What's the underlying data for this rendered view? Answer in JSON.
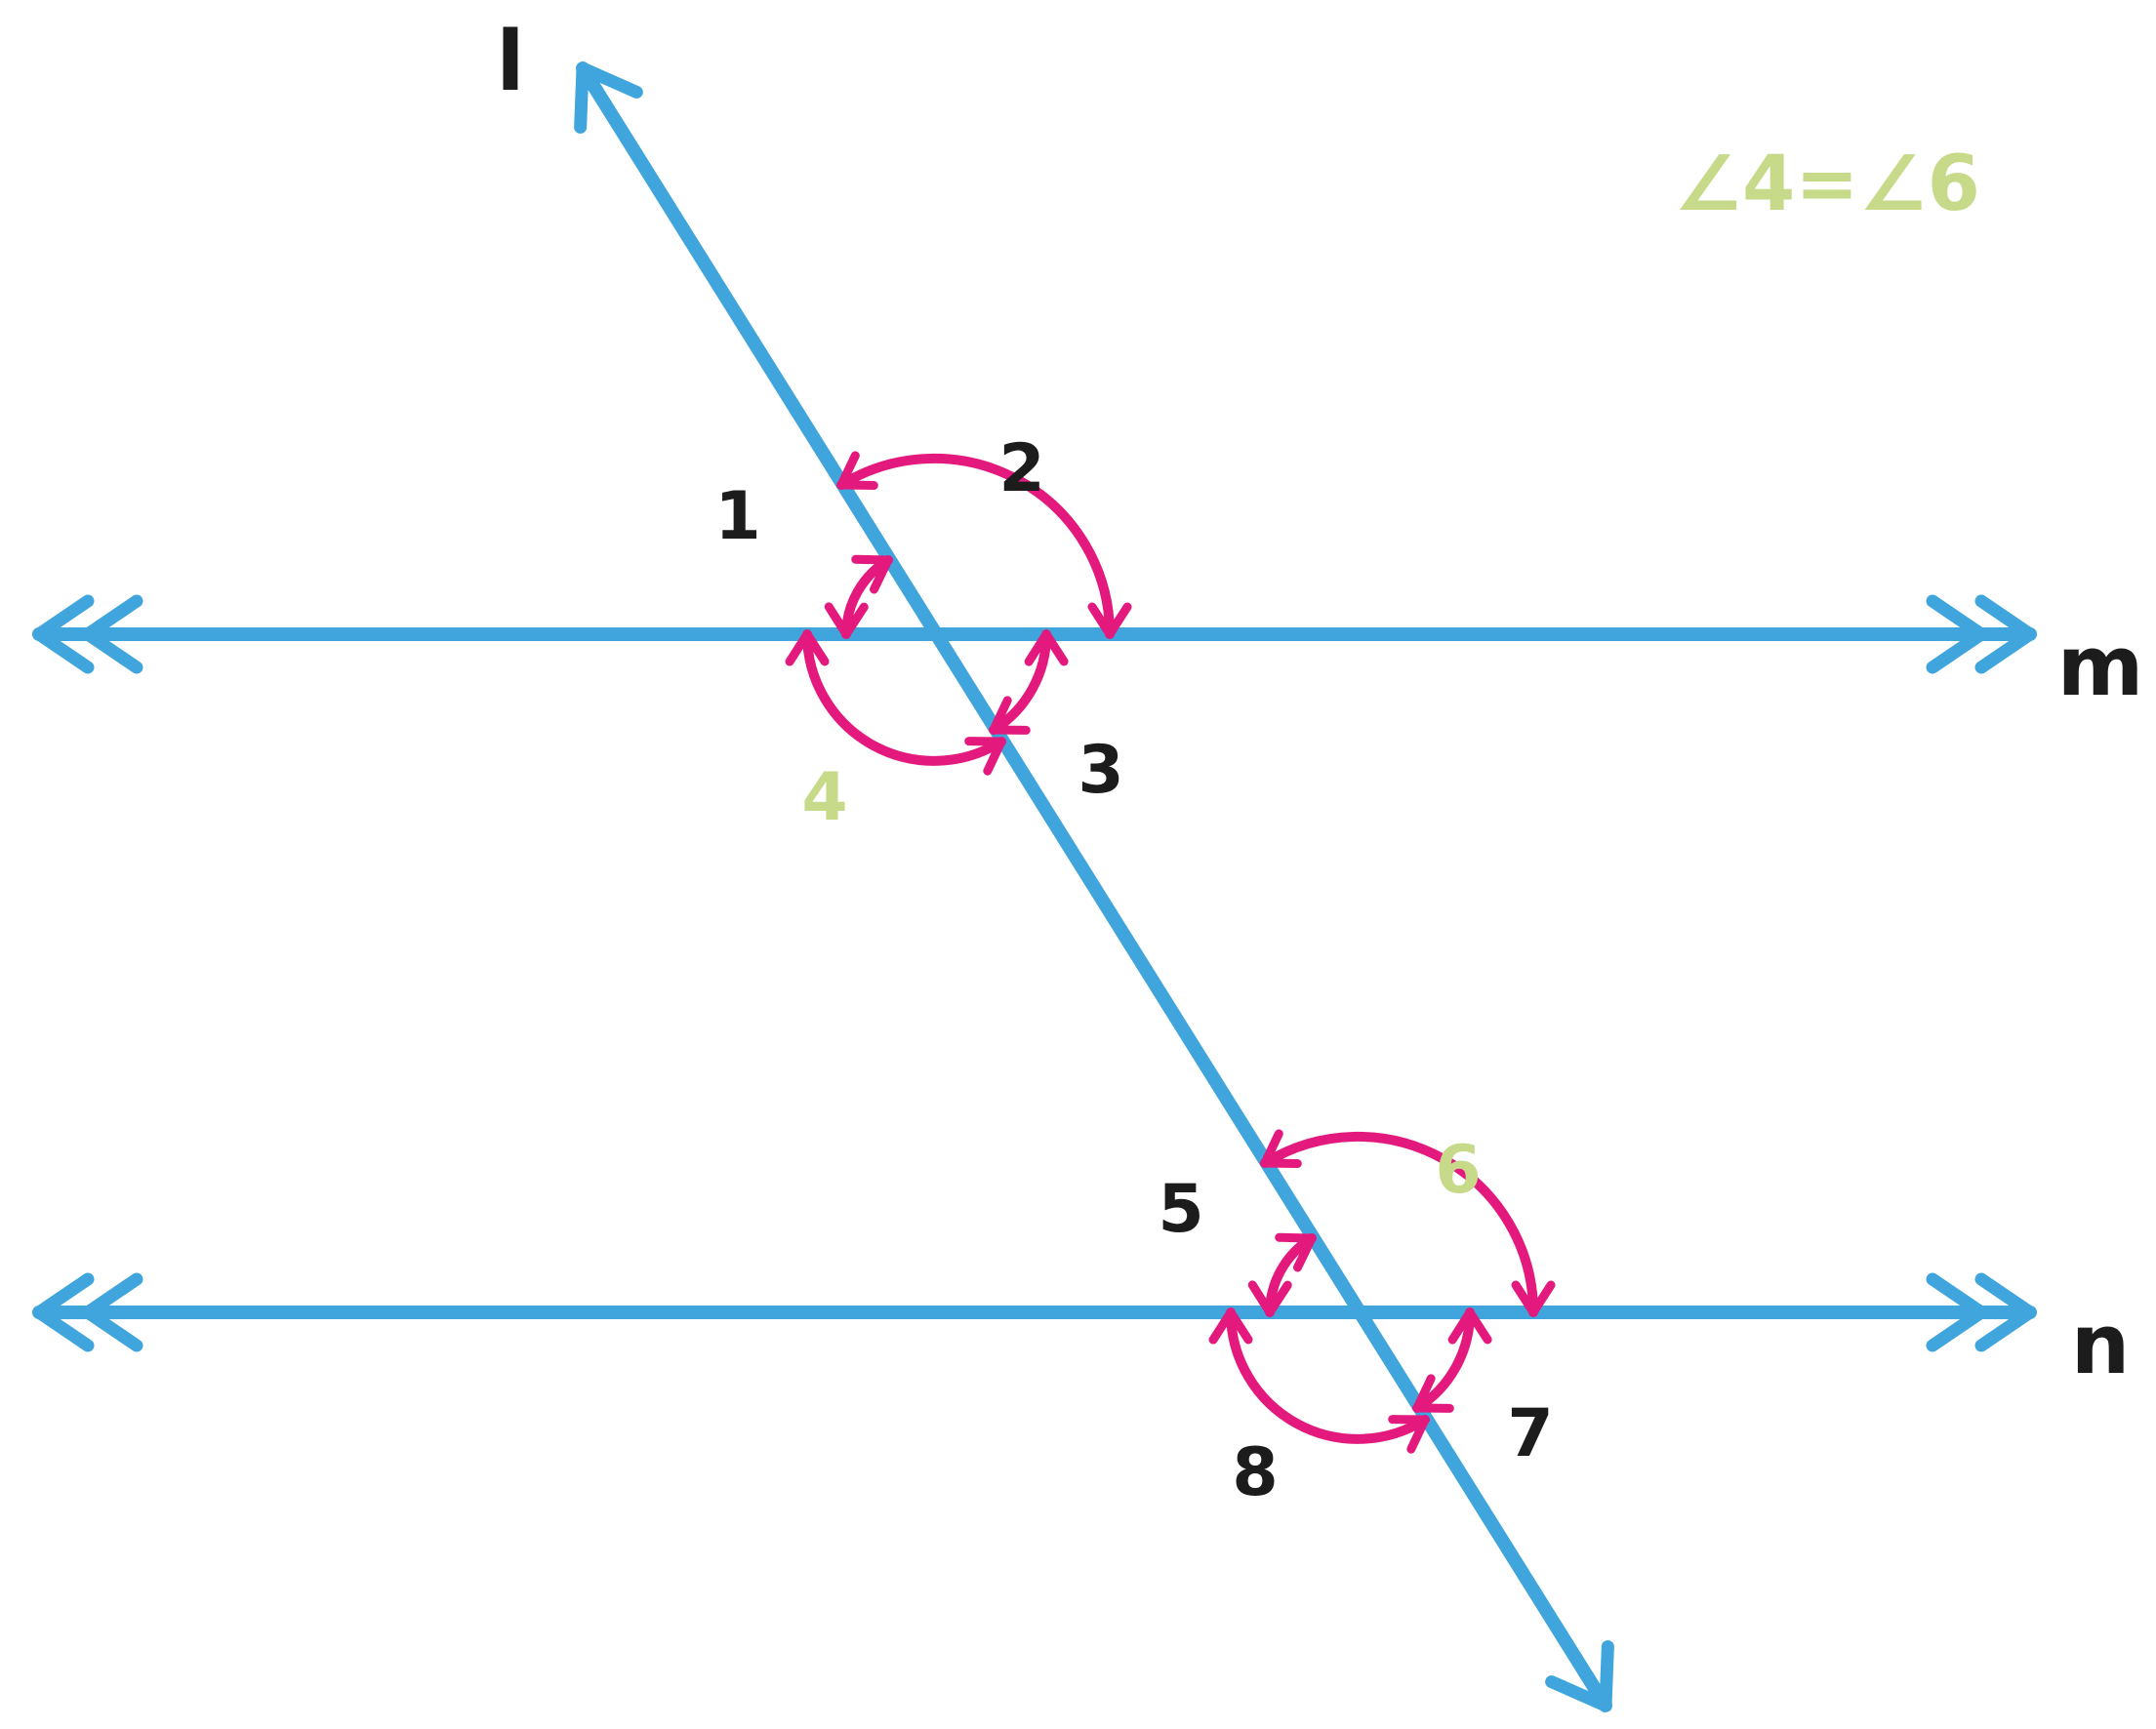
{
  "diagram": {
    "lines": {
      "transversal_label": "l",
      "top_parallel_label": "m",
      "bottom_parallel_label": "n"
    },
    "angles": {
      "a1": "1",
      "a2": "2",
      "a3": "3",
      "a4": "4",
      "a5": "5",
      "a6": "6",
      "a7": "7",
      "a8": "8"
    },
    "equation": "∠4=∠6",
    "highlighted_angles": [
      "4",
      "6"
    ],
    "colors": {
      "line": "#3FA5DC",
      "arc": "#E3197D",
      "highlight": "#C6DA8A",
      "text": "#1C1C1C",
      "background": "#FFFFFF"
    }
  }
}
